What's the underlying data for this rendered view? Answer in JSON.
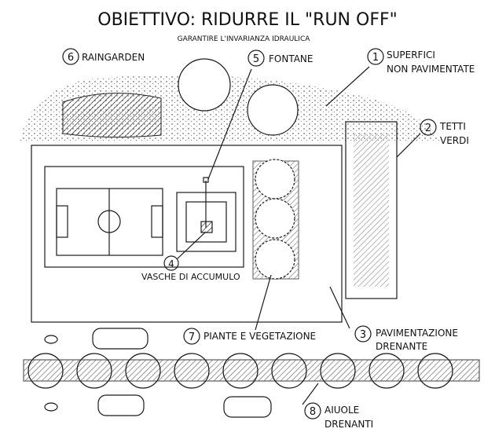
{
  "title": "OBIETTIVO: RIDURRE IL \"RUN OFF\"",
  "subtitle": "GARANTIRE L'INVARIANZA IDRAULICA",
  "labels": [
    {
      "num": "1",
      "text1": "SUPERFICI",
      "text2": "NON PAVIMENTATE"
    },
    {
      "num": "2",
      "text1": "TETTI",
      "text2": "VERDI"
    },
    {
      "num": "3",
      "text1": "PAVIMENTAZIONE",
      "text2": "DRENANTE"
    },
    {
      "num": "4",
      "text1": "VASCHE DI ACCUMULO",
      "text2": ""
    },
    {
      "num": "5",
      "text1": "FONTANE",
      "text2": ""
    },
    {
      "num": "6",
      "text1": "RAINGARDEN",
      "text2": ""
    },
    {
      "num": "7",
      "text1": "PIANTE E VEGETAZIONE",
      "text2": ""
    },
    {
      "num": "8",
      "text1": "AIUOLE",
      "text2": "DRENANTI"
    }
  ]
}
